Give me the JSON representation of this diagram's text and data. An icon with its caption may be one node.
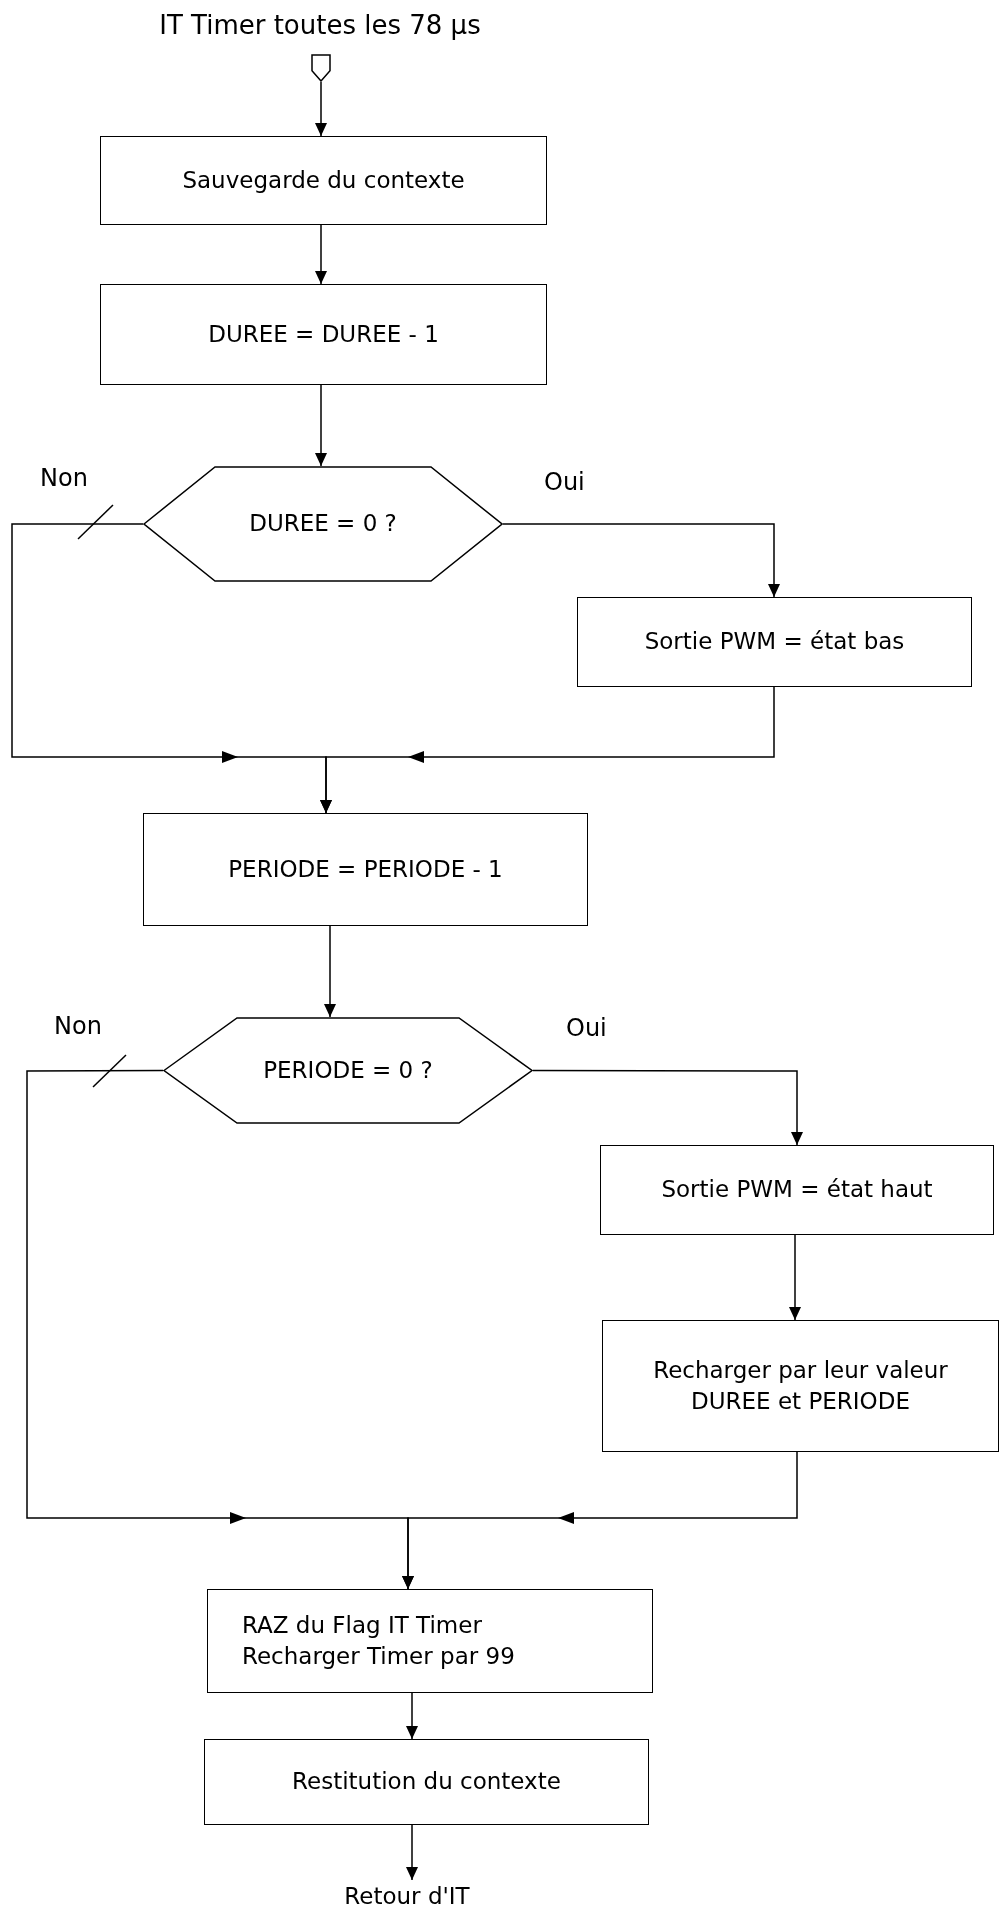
{
  "diagram": {
    "nodes": [
      {
        "text": [],
        "shape": "pentagon",
        "beside": [
          "IT Timer  toutes les 78 µs"
        ]
      },
      {
        "text": [
          "Sauvegarde du contexte"
        ]
      },
      {
        "text": [
          "DUREE = DUREE - 1"
        ]
      },
      {
        "text": [
          "DUREE = 0 ?"
        ]
      },
      {
        "text": [
          "Sortie PWM = état bas"
        ]
      },
      {
        "text": [
          "PERIODE = PERIODE - 1"
        ]
      },
      {
        "text": [
          "PERIODE = 0 ?"
        ]
      },
      {
        "text": [
          "Sortie PWM = état haut"
        ]
      },
      {
        "text": [
          "Recharger par leur valeur DUREE et PERIODE"
        ]
      },
      {
        "text": [
          "RAZ du Flag IT Timer",
          "Recharger Timer  par 99"
        ]
      },
      {
        "text": [
          "Restitution du contexte"
        ]
      },
      {
        "text": [
          "Retour d'IT"
        ]
      }
    ],
    "edges": [
      {
        "from": 0,
        "to": 1,
        "arrow": "to"
      },
      {
        "from": 1,
        "to": 2,
        "arrow": "to"
      },
      {
        "from": 2,
        "to": 3,
        "arrow": "to"
      },
      {
        "from": 3,
        "to": 4,
        "arrow": "to",
        "label": "Oui"
      },
      {
        "from": 3,
        "to": 5,
        "arrow": "to",
        "label": "Non"
      },
      {
        "from": 4,
        "to": 5,
        "arrow": "to"
      },
      {
        "from": 5,
        "to": 6,
        "arrow": "to"
      },
      {
        "from": 6,
        "to": 7,
        "arrow": "to",
        "label": "Oui"
      },
      {
        "from": 7,
        "to": 8,
        "arrow": "to"
      },
      {
        "from": 6,
        "to": 9,
        "arrow": "to",
        "label": "Non"
      },
      {
        "from": 8,
        "to": 9,
        "arrow": "to"
      },
      {
        "from": 9,
        "to": 10,
        "arrow": "to"
      },
      {
        "from": 10,
        "to": 11,
        "arrow": "to"
      }
    ]
  }
}
